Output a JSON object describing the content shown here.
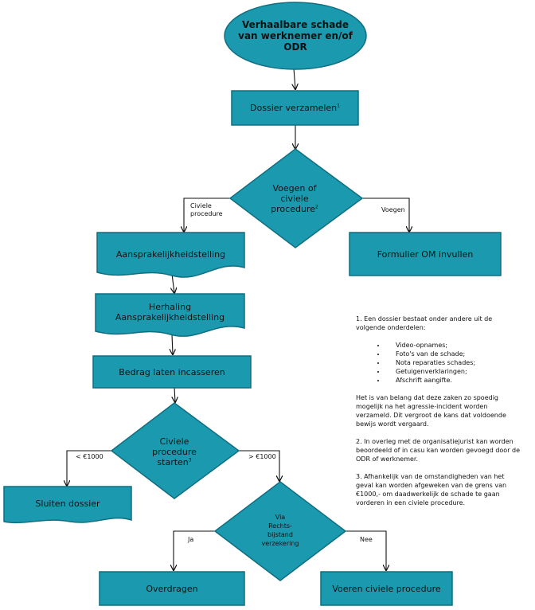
{
  "colors": {
    "fill": "#1b9aaf",
    "stroke": "#0f6e80",
    "arrow": "#111111"
  },
  "nodes": {
    "start": {
      "lines": [
        "Verhaalbare schade",
        "van werknemer en/of",
        "ODR"
      ]
    },
    "dossier": {
      "text": "Dossier verzamelen",
      "sup": "1"
    },
    "voegen": {
      "lines": [
        "Voegen of",
        "civiele",
        "procedure"
      ],
      "sup": "2"
    },
    "aansprakelijk": {
      "text": "Aansprakelijkheidstelling"
    },
    "formulier": {
      "text": "Formulier OM invullen"
    },
    "herhaling": {
      "text": "Herhaling Aansprakelijkheidstelling"
    },
    "bedrag": {
      "text": "Bedrag laten incasseren"
    },
    "civiele_starten": {
      "lines": [
        "Civiele",
        "procedure",
        "starten"
      ],
      "sup": "3"
    },
    "sluiten": {
      "text": "Sluiten dossier"
    },
    "via": {
      "lines": [
        "Via",
        "Rechts-",
        "bijstand",
        "verzekering"
      ]
    },
    "overdragen": {
      "text": "Overdragen"
    },
    "voeren": {
      "text": "Voeren civiele procedure"
    }
  },
  "edge_labels": {
    "civiele_procedure": [
      "Civiele",
      "procedure"
    ],
    "voegen": "Voegen",
    "lt1000": "< €1000",
    "gt1000": "> €1000",
    "ja": "Ja",
    "nee": "Nee"
  },
  "notes": {
    "note1_intro": "1. Een dossier bestaat onder andere uit de volgende onderdelen:",
    "note1_items": [
      "Video-opnames;",
      "Foto's van de schade;",
      "Nota reparaties schades;",
      "Getuigenverklaringen;",
      "Afschrift aangifte."
    ],
    "note1_para": "Het is van belang dat deze zaken zo spoedig mogelijk na het agressie-incident worden verzameld. Dit vergroot de kans dat voldoende bewijs wordt vergaard.",
    "note2": "2. In overleg met de organisatiejurist kan worden beoordeeld of in casu kan worden gevoegd door de ODR of werknemer.",
    "note3": "3. Afhankelijk van de omstandigheden van het geval kan worden afgeweken van de grens van €1000,- om daadwerkelijk de schade te gaan vorderen in een civiele procedure."
  }
}
